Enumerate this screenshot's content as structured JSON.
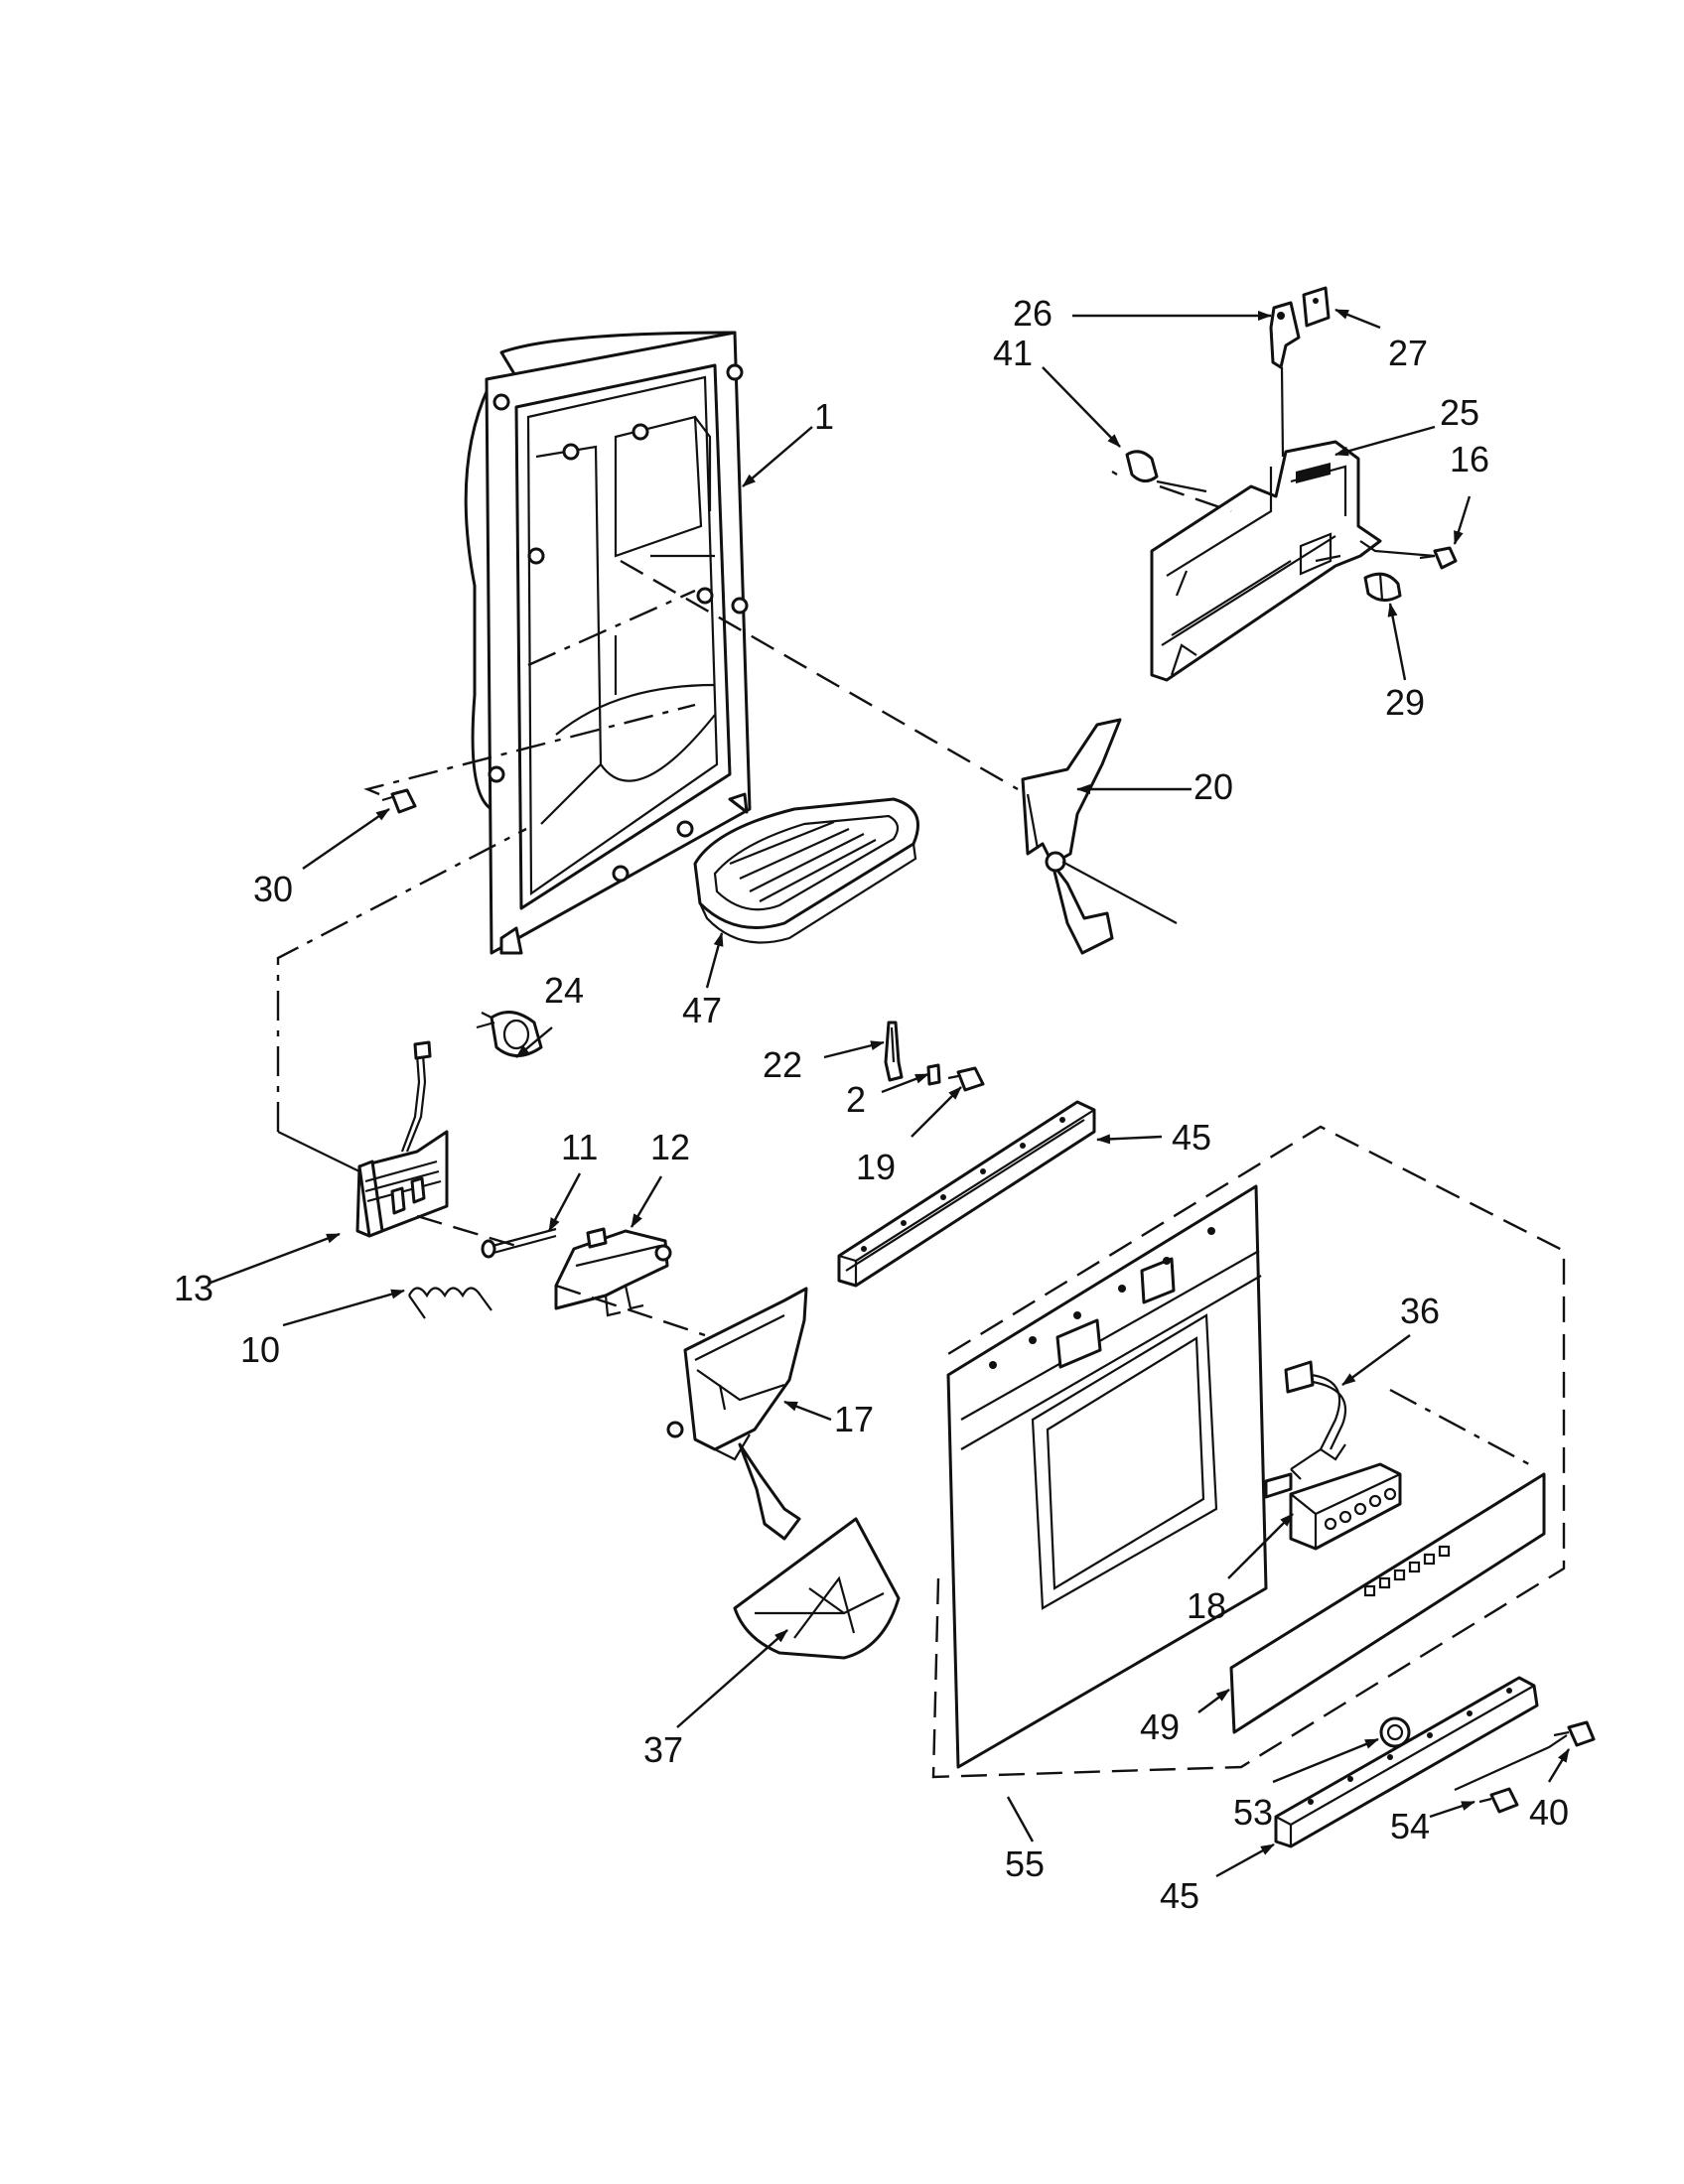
{
  "callouts": {
    "c1": "1",
    "c2": "2",
    "c10": "10",
    "c11": "11",
    "c12": "12",
    "c13": "13",
    "c16": "16",
    "c17": "17",
    "c18": "18",
    "c19": "19",
    "c20": "20",
    "c22": "22",
    "c24": "24",
    "c25": "25",
    "c26": "26",
    "c27": "27",
    "c29": "29",
    "c30": "30",
    "c36": "36",
    "c37": "37",
    "c40": "40",
    "c41": "41",
    "c45a": "45",
    "c45b": "45",
    "c47": "47",
    "c49": "49",
    "c53": "53",
    "c54": "54",
    "c55": "55"
  },
  "colors": {
    "line": "#111111",
    "background": "#ffffff"
  }
}
